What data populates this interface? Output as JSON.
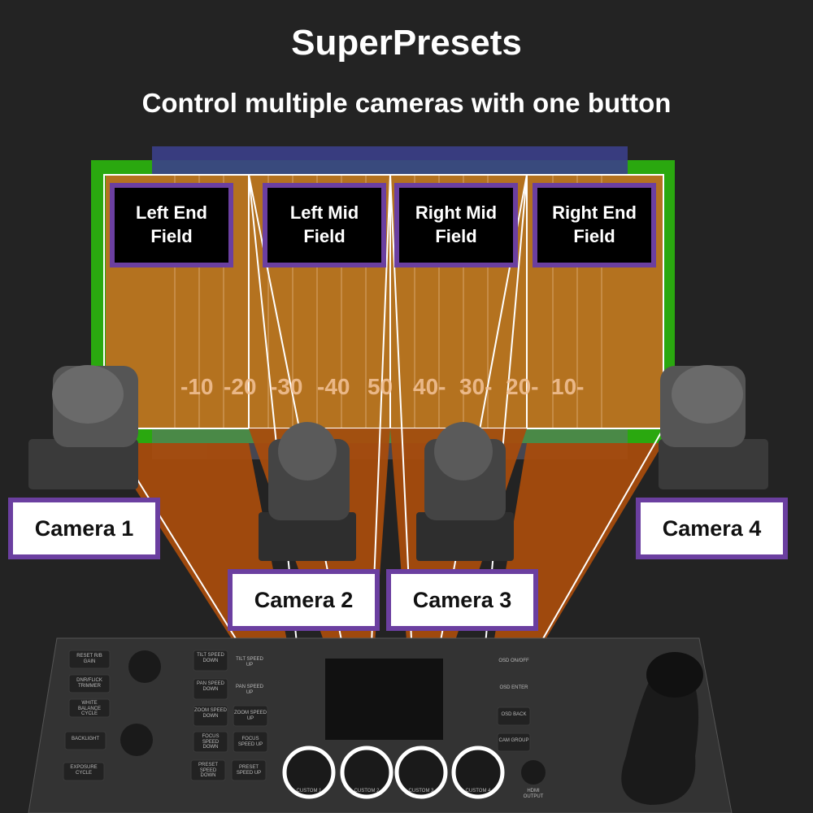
{
  "header": {
    "title": "SuperPresets",
    "subtitle": "Control multiple cameras with one button"
  },
  "field": {
    "zones": [
      "Left End Field",
      "Left Mid Field",
      "Right Mid Field",
      "Right End Field"
    ],
    "yard_numbers": [
      "-10",
      "-20",
      "-30",
      "-40",
      "50",
      "40-",
      "30-",
      "20-",
      "10-"
    ]
  },
  "cameras": [
    "Camera 1",
    "Camera 2",
    "Camera 3",
    "Camera 4"
  ],
  "controller": {
    "custom_buttons": [
      "CUSTOM 1",
      "CUSTOM 2",
      "CUSTOM 3",
      "CUSTOM 4"
    ],
    "left_buttons": [
      "RESET R/B GAIN",
      "DNR/FLICK TRIMMER",
      "WHITE BALANCE CYCLE",
      "BACKLIGHT",
      "EXPOSURE CYCLE"
    ],
    "speed_buttons": [
      "TILT SPEED DOWN",
      "TILT SPEED UP",
      "PAN SPEED DOWN",
      "PAN SPEED UP",
      "ZOOM SPEED DOWN",
      "ZOOM SPEED UP",
      "FOCUS SPEED DOWN",
      "FOCUS SPEED UP",
      "PRESET SPEED DOWN",
      "PRESET SPEED UP"
    ],
    "right_buttons": [
      "OSD ON/OFF",
      "OSD ENTER",
      "OSD BACK",
      "CAM GROUP",
      "HDMI OUTPUT"
    ]
  },
  "colors": {
    "accent": "#6b3fa0",
    "cone": "#b8560f",
    "field_green": "#2aa80f",
    "band_blue": "#3b3f8a"
  }
}
